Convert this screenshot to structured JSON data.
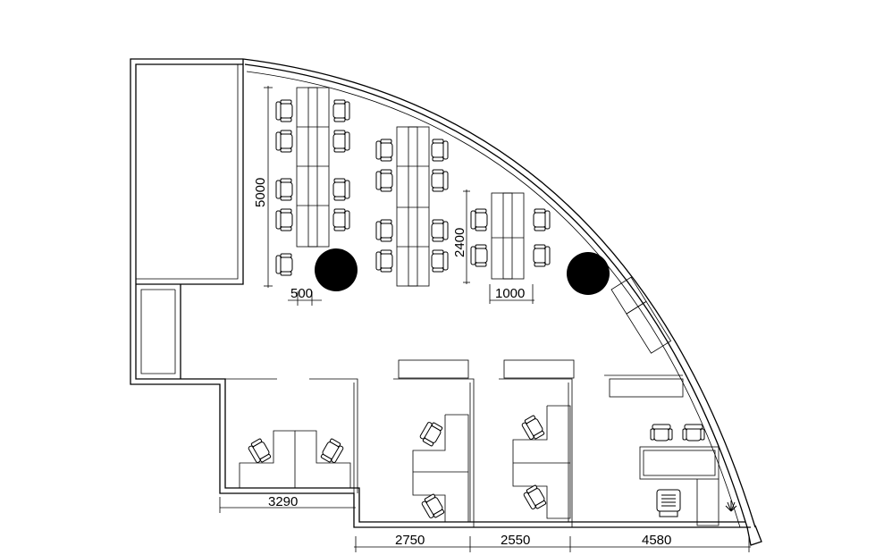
{
  "dimensions": {
    "workstation_length": "5000",
    "desk_depth": "500",
    "cluster_length": "2400",
    "cluster_width": "1000",
    "room_1_width": "3290",
    "room_2_width": "2750",
    "room_3_width": "2550",
    "room_4_width": "4580"
  }
}
